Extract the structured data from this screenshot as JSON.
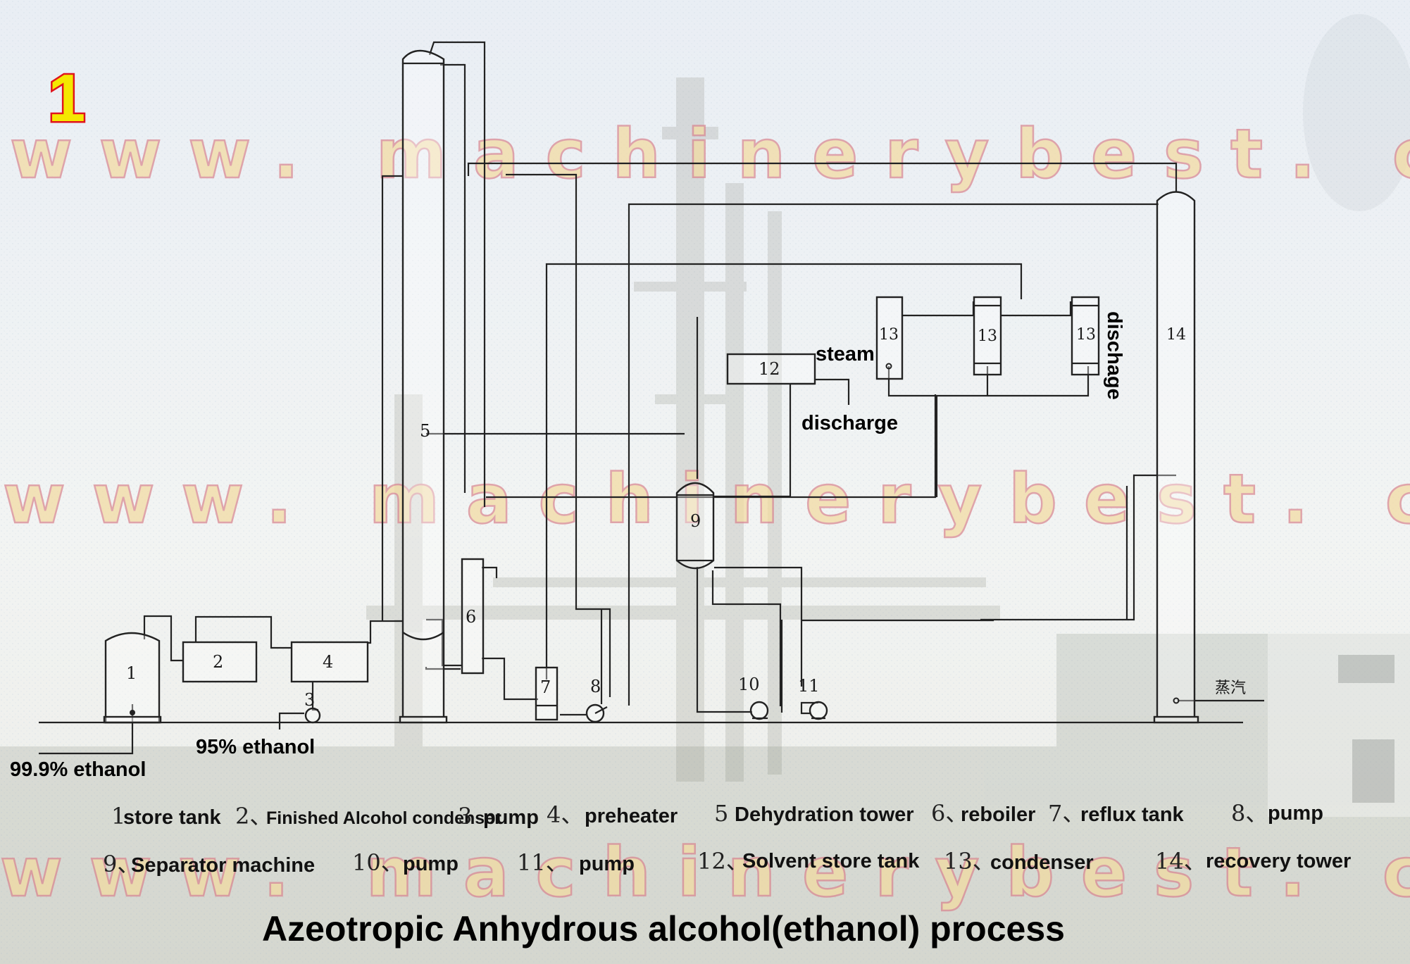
{
  "badge": "1",
  "watermark": "www. machinerybest. com",
  "equipment": {
    "e1": "1",
    "e2": "2",
    "e3": "3",
    "e4": "4",
    "e5": "5",
    "e6": "6",
    "e7": "7",
    "e8": "8",
    "e9": "9",
    "e10": "10",
    "e11": "11",
    "e12": "12",
    "e13a": "13",
    "e13b": "13",
    "e13c": "13",
    "e14": "14"
  },
  "stream_labels": {
    "steam": "steam",
    "discharge": "discharge",
    "dischage": "dischage",
    "steam_cn": "蒸汽",
    "ethanol_999": "99.9% ethanol",
    "ethanol_95": "95% ethanol"
  },
  "legend": {
    "row1": [
      {
        "num": "1",
        "text": "store tank"
      },
      {
        "num": "2、",
        "text": "Finished Alcohol condenser"
      },
      {
        "num": "3",
        "text": "pump"
      },
      {
        "num": "4、",
        "text": "preheater"
      },
      {
        "num": "5",
        "text": "Dehydration tower"
      },
      {
        "num": "6、",
        "text": "reboiler"
      },
      {
        "num": "7、",
        "text": "reflux tank"
      },
      {
        "num": "8、",
        "text": "pump"
      }
    ],
    "row2": [
      {
        "num": "9、",
        "text": "Separator machine"
      },
      {
        "num": "10、",
        "text": "pump"
      },
      {
        "num": "11、",
        "text": "pump"
      },
      {
        "num": "12、",
        "text": "Solvent store tank"
      },
      {
        "num": "13、",
        "text": "condenser"
      },
      {
        "num": "14、",
        "text": "recovery tower"
      }
    ]
  },
  "title": "Azeotropic Anhydrous alcohol(ethanol) process",
  "colors": {
    "badge_fill": "#f4e800",
    "badge_outline": "#e0141c",
    "watermark_fill": "#f3dba0",
    "watermark_outline": "#d9868f",
    "line": "#222222"
  }
}
